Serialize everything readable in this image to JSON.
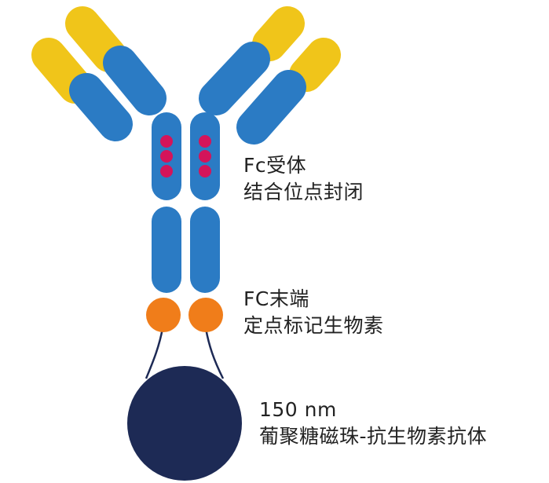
{
  "colors": {
    "heavy_chain": "#2b7bc4",
    "light_chain": "#f0c51a",
    "binding_site_dots": "#d4145a",
    "biotin": "#f07d1a",
    "bead": "#1d2a55",
    "linker": "#1d2a55",
    "text": "#222222"
  },
  "labels": {
    "fc_receptor_line1": "Fc受体",
    "fc_receptor_line2": "结合位点封闭",
    "fc_end_line1": "FC末端",
    "fc_end_line2": "定点标记生物素",
    "bead_line1": "150 nm",
    "bead_line2": "葡聚糖磁珠-抗生物素抗体"
  }
}
